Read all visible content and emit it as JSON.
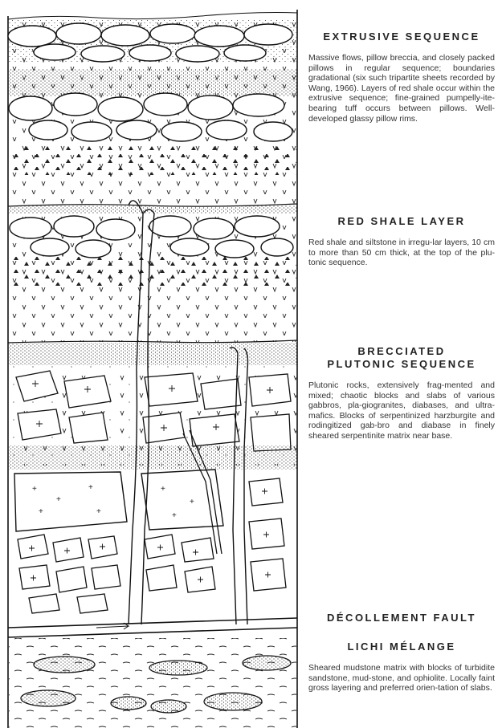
{
  "sections": {
    "extrusive": {
      "title": "EXTRUSIVE SEQUENCE",
      "body": "Massive flows, pillow breccia, and closely packed pillows in regular sequence; boundaries gradational (six such tripartite sheets recorded by Wang, 1966). Layers of red shale occur within the extrusive sequence; fine-grained pumpelly-ite-bearing tuff occurs between pillows. Well-developed glassy pillow rims."
    },
    "red_shale": {
      "title": "RED SHALE LAYER",
      "body": "Red shale and siltstone in irregu-lar layers, 10 cm to more than 50 cm thick, at the top of the plu-tonic sequence."
    },
    "brecciated": {
      "title": "BRECCIATED PLUTONIC SEQUENCE",
      "body": "Plutonic rocks, extensively frag-mented and mixed; chaotic blocks and slabs of various gabbros, pla-giogranites, diabases, and ultra-mafics. Blocks of serpentinized harzburgite and rodingitized gab-bro and diabase in finely sheared serpentinite matrix near base."
    },
    "fault": {
      "title": "DÉCOLLEMENT FAULT"
    },
    "melange": {
      "title": "LICHI MÉLANGE",
      "body": "Sheared mudstone matrix with blocks of turbidite sandstone, mud-stone, and ophiolite. Locally faint gross layering and preferred orien-tation of slabs."
    }
  }
}
